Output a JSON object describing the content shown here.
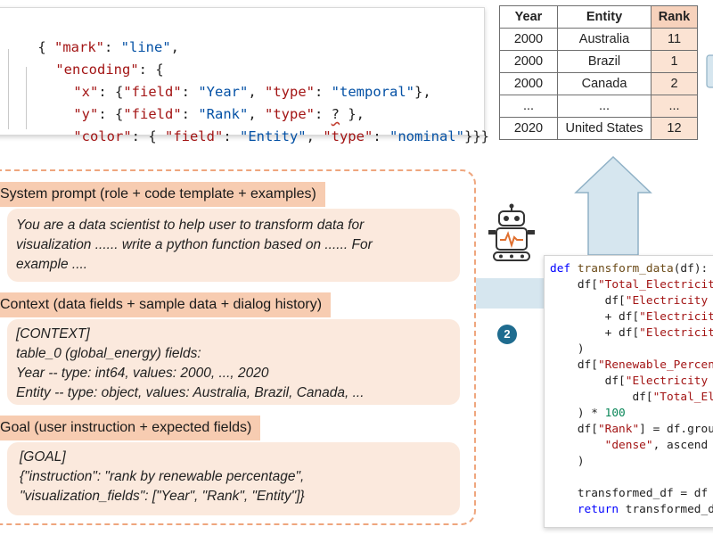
{
  "spec": {
    "lines": [
      [
        "{ ",
        "\"mark\"",
        ": ",
        "\"line\"",
        ","
      ],
      [
        "\"encoding\"",
        ": {"
      ],
      [
        "\"x\"",
        ": {",
        "\"field\"",
        ": ",
        "\"Year\"",
        ", ",
        "\"type\"",
        ": ",
        "\"temporal\"",
        "},"
      ],
      [
        "\"y\"",
        ": {",
        "\"field\"",
        ": ",
        "\"Rank\"",
        ", ",
        "\"type\"",
        ": ",
        "?",
        " },"
      ],
      [
        "\"color\"",
        ": { ",
        "\"field\"",
        ": ",
        "\"Entity\"",
        ", ",
        "\"type\"",
        ": ",
        "\"nominal\"",
        "}}}"
      ]
    ]
  },
  "result_table": {
    "headers": [
      "Year",
      "Entity",
      "Rank"
    ],
    "rows": [
      [
        "2000",
        "Australia",
        "11"
      ],
      [
        "2000",
        "Brazil",
        "1"
      ],
      [
        "2000",
        "Canada",
        "2"
      ],
      [
        "...",
        "...",
        "..."
      ],
      [
        "2020",
        "United States",
        "12"
      ]
    ]
  },
  "prompt": {
    "system": {
      "heading": "System prompt (role + code template + examples)",
      "lines": [
        "You are a data scientist to help user to transform data for",
        "visualization ...... write a python function based on ...... For",
        "example ...."
      ]
    },
    "context": {
      "heading": "Context (data fields + sample data + dialog history)",
      "lines": [
        "[CONTEXT]",
        "table_0 (global_energy) fields:",
        "Year -- type: int64, values: 2000, ..., 2020",
        "Entity -- type: object, values: Australia, Brazil, Canada, ..."
      ]
    },
    "goal": {
      "heading": "Goal (user instruction + expected fields)",
      "lines": [
        "[GOAL]",
        "{\"instruction\": \"rank by renewable percentage\",",
        "\"visualization_fields\": [\"Year\", \"Rank\", \"Entity\"]}"
      ]
    }
  },
  "step_badge": "2",
  "robot_icon": "robot-icon",
  "code": {
    "lines": [
      "def transform_data(df):",
      "    df[\"Total_Electricit",
      "        df[\"Electricity",
      "        + df[\"Electricit",
      "        + df[\"Electricit",
      "    )",
      "    df[\"Renewable_Percen",
      "        df[\"Electricity",
      "            df[\"Total_El",
      "    ) * 100",
      "    df[\"Rank\"] = df.grou",
      "        \"dense\", ascend",
      "    )",
      "",
      "    transformed_df = df",
      "    return transformed_d"
    ]
  },
  "colors": {
    "section_heading_bg": "#f7ccb1",
    "section_box_bg": "#fbe9dd",
    "panel_border": "#efa67e",
    "arrow_fill": "#d6e6ef",
    "arrow_stroke": "#8fb1c6",
    "rank_column_bg": "#fbe3d3",
    "badge_bg": "#1f6c8f"
  }
}
